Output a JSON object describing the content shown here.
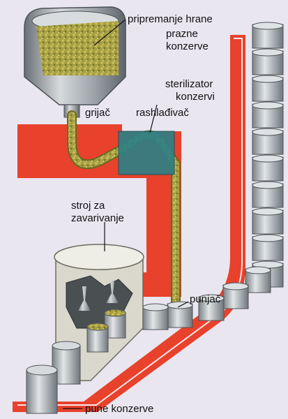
{
  "labels": {
    "food_prep": "pripremanje hrane",
    "empty_cans_line1": "prazne",
    "empty_cans_line2": "konzerve",
    "sterilizer_line1": "sterilizator",
    "sterilizer_line2": "konzervi",
    "heater": "grijač",
    "cooler": "rashlađivač",
    "welder_line1": "stroj za",
    "welder_line2": "zavarivanje",
    "filler": "punjač",
    "full_cans": "pune konzerve"
  },
  "colors": {
    "background": "#e9e6ef",
    "conveyor_red": "#e8412c",
    "food": "#a8a048",
    "cooler_box": "#2f7f86",
    "can_metal": "#a9aeb2",
    "steel_dark": "#6d7378"
  }
}
